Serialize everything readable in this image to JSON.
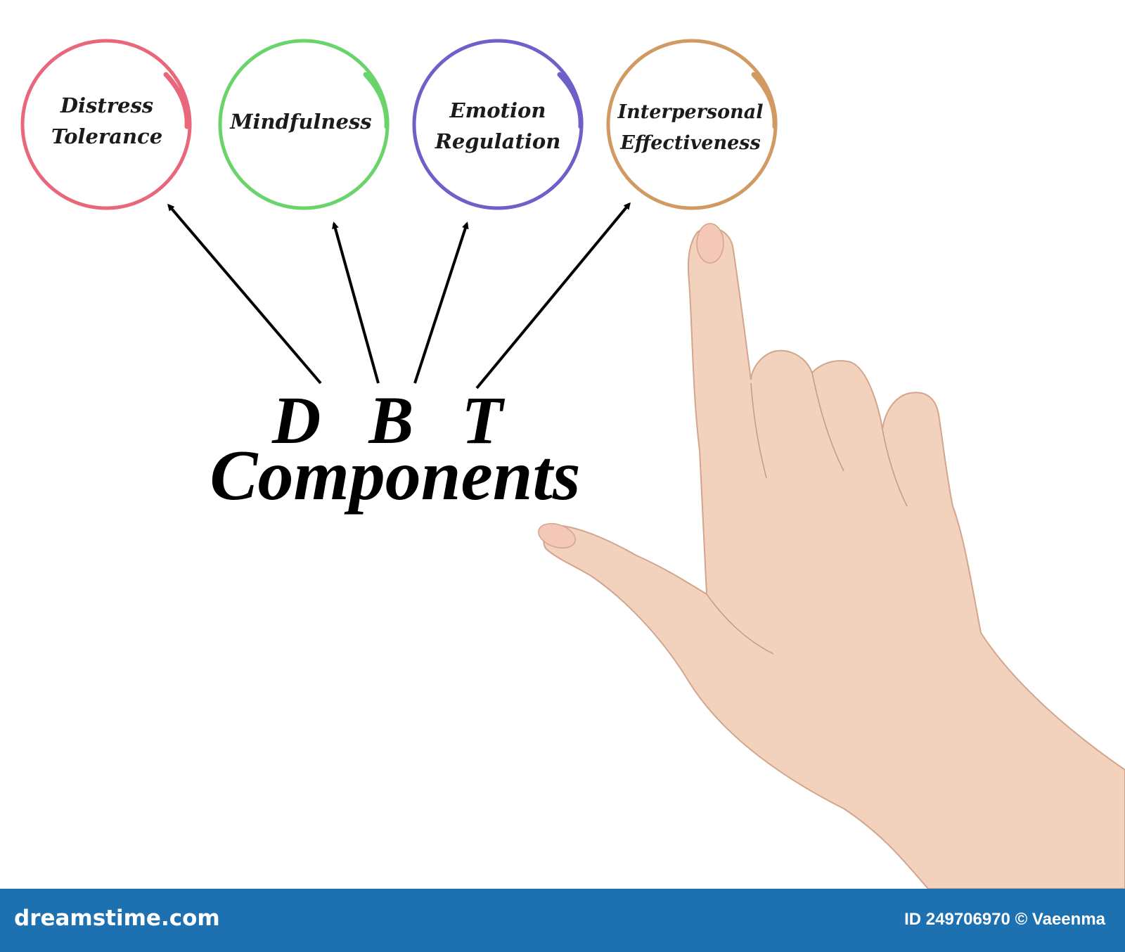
{
  "diagram": {
    "title_line1": "D B T",
    "title_line2": "Components",
    "components": [
      {
        "label_line1": "Distress",
        "label_line2": "Tolerance",
        "color": "#e8677a"
      },
      {
        "label_line1": "Mindfulness",
        "label_line2": "",
        "color": "#6ad46a"
      },
      {
        "label_line1": "Emotion",
        "label_line2": "Regulation",
        "color": "#6e60c9"
      },
      {
        "label_line1": "Interpersonal",
        "label_line2": "Effectiveness",
        "color": "#d09a62"
      }
    ],
    "arrow_color": "#000000",
    "skin_color": "#f2d2bd"
  },
  "footer": {
    "brand": "dreamstime.com",
    "credit": "ID 249706970 © Vaeenma",
    "background": "#1d71b1"
  }
}
